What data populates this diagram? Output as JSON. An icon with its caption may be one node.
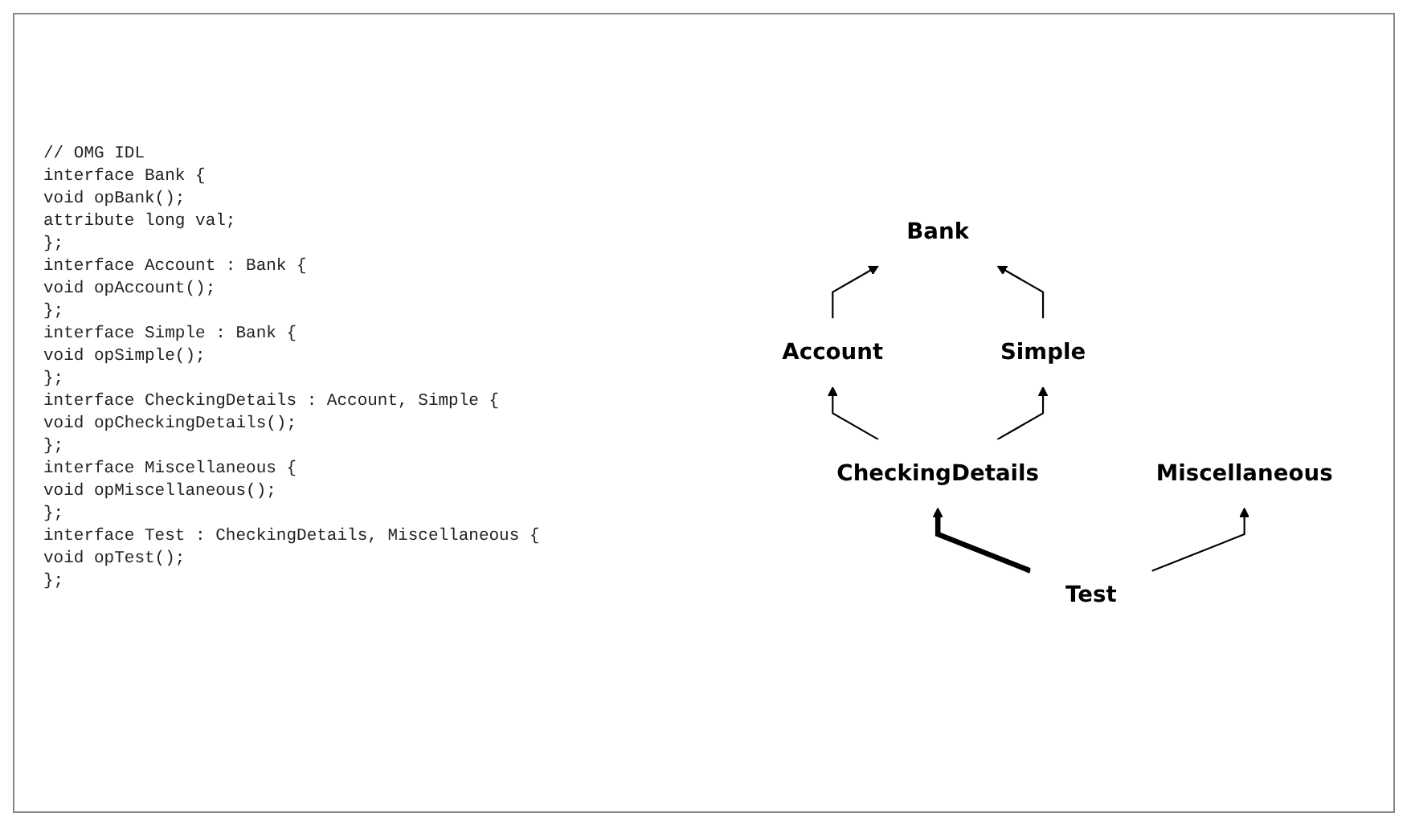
{
  "diagram": {
    "nodes": [
      {
        "text": [
          "Bank"
        ]
      },
      {
        "text": [
          "Account"
        ]
      },
      {
        "text": [
          "Simple"
        ]
      },
      {
        "text": [
          "CheckingDetails"
        ]
      },
      {
        "text": [
          "Miscellaneous"
        ]
      },
      {
        "text": [
          "Test"
        ]
      }
    ],
    "edges": [
      {
        "from": 1,
        "to": 0,
        "arrow": "to"
      },
      {
        "from": 2,
        "to": 0,
        "arrow": "to"
      },
      {
        "from": 3,
        "to": 1,
        "arrow": "to"
      },
      {
        "from": 3,
        "to": 2,
        "arrow": "to"
      },
      {
        "from": 5,
        "to": 3,
        "arrow": "to",
        "style": "thick"
      },
      {
        "from": 5,
        "to": 4,
        "arrow": "to"
      }
    ],
    "labels": [
      "// OMG IDL",
      "interface Bank {",
      "void opBank();",
      "attribute long val;",
      "};",
      "interface Account : Bank {",
      "void opAccount();",
      "};",
      "interface Simple : Bank {",
      "void opSimple();",
      "};",
      "interface CheckingDetails : Account, Simple {",
      "void opCheckingDetails();",
      "};",
      "interface Miscellaneous {",
      "void opMiscellaneous();",
      "};",
      "interface Test : CheckingDetails, Miscellaneous {",
      "void opTest();",
      "};"
    ]
  }
}
